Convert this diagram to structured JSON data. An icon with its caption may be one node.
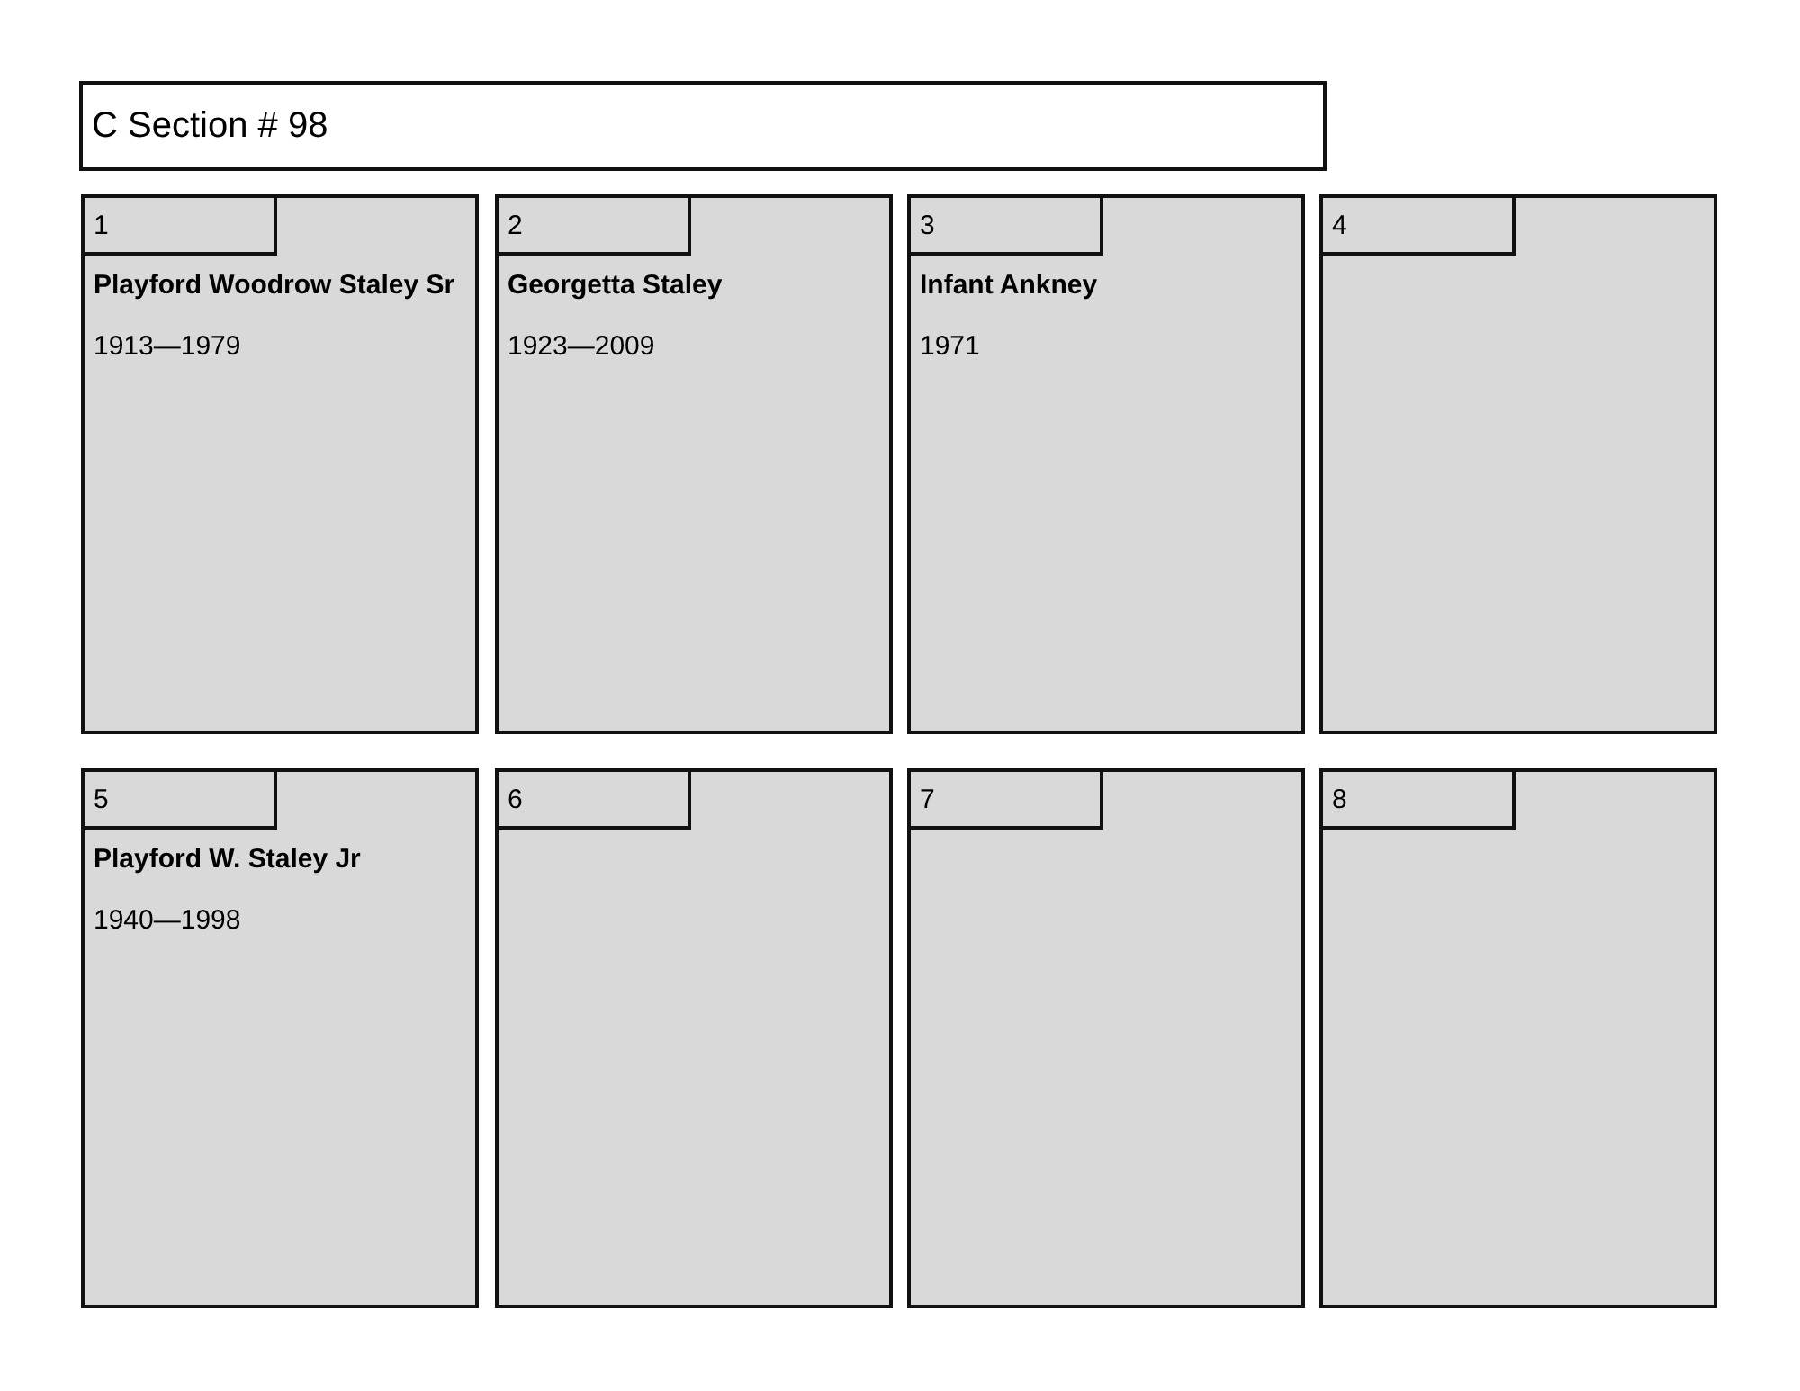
{
  "diagram": {
    "title": "C Section # 98",
    "nodes": [
      {
        "text": [
          "1",
          "Playford Woodrow Staley Sr",
          "1913—1979"
        ]
      },
      {
        "text": [
          "2",
          "Georgetta Staley",
          "1923—2009"
        ]
      },
      {
        "text": [
          "3",
          "Infant Ankney",
          "1971"
        ]
      },
      {
        "text": [
          "4"
        ]
      },
      {
        "text": [
          "5",
          "Playford W. Staley Jr",
          "1940—1998"
        ]
      },
      {
        "text": [
          "6"
        ]
      },
      {
        "text": [
          "7"
        ]
      },
      {
        "text": [
          "8"
        ]
      }
    ]
  }
}
